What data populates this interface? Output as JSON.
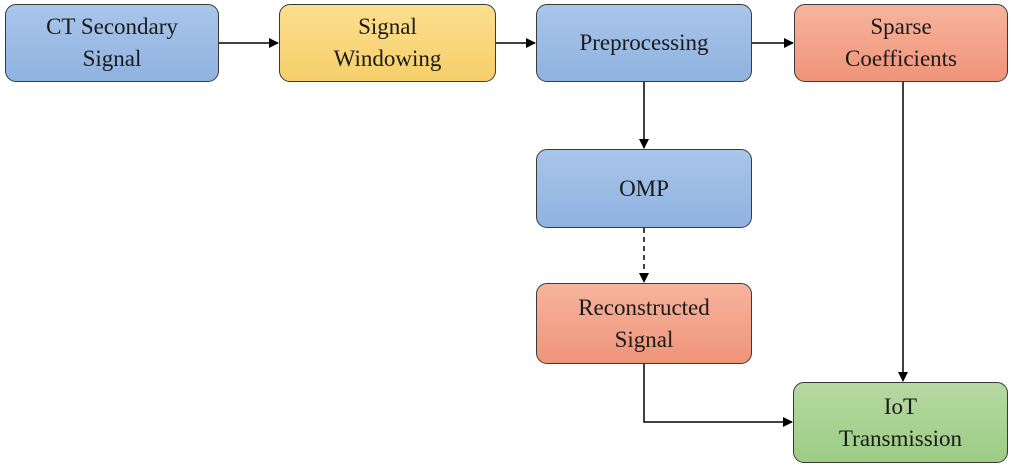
{
  "nodes": {
    "ct_secondary_signal": {
      "label": "CT Secondary\nSignal",
      "color": "#9dbce6"
    },
    "signal_windowing": {
      "label": "Signal\nWindowing",
      "color": "#f9d77c"
    },
    "preprocessing": {
      "label": "Preprocessing",
      "color": "#9dbce6"
    },
    "sparse_coefficients": {
      "label": "Sparse\nCoefficients",
      "color": "#f4a58a"
    },
    "omp": {
      "label": "OMP",
      "color": "#9dbce6"
    },
    "reconstructed_signal": {
      "label": "Reconstructed\nSignal",
      "color": "#f4a58a"
    },
    "iot_transmission": {
      "label": "IoT\nTransmission",
      "color": "#a9d392"
    }
  },
  "edges": [
    {
      "from": "ct_secondary_signal",
      "to": "signal_windowing",
      "style": "solid"
    },
    {
      "from": "signal_windowing",
      "to": "preprocessing",
      "style": "solid"
    },
    {
      "from": "preprocessing",
      "to": "sparse_coefficients",
      "style": "solid"
    },
    {
      "from": "preprocessing",
      "to": "omp",
      "style": "solid"
    },
    {
      "from": "omp",
      "to": "reconstructed_signal",
      "style": "dashed"
    },
    {
      "from": "sparse_coefficients",
      "to": "iot_transmission",
      "style": "solid"
    },
    {
      "from": "reconstructed_signal",
      "to": "iot_transmission",
      "style": "solid"
    }
  ]
}
